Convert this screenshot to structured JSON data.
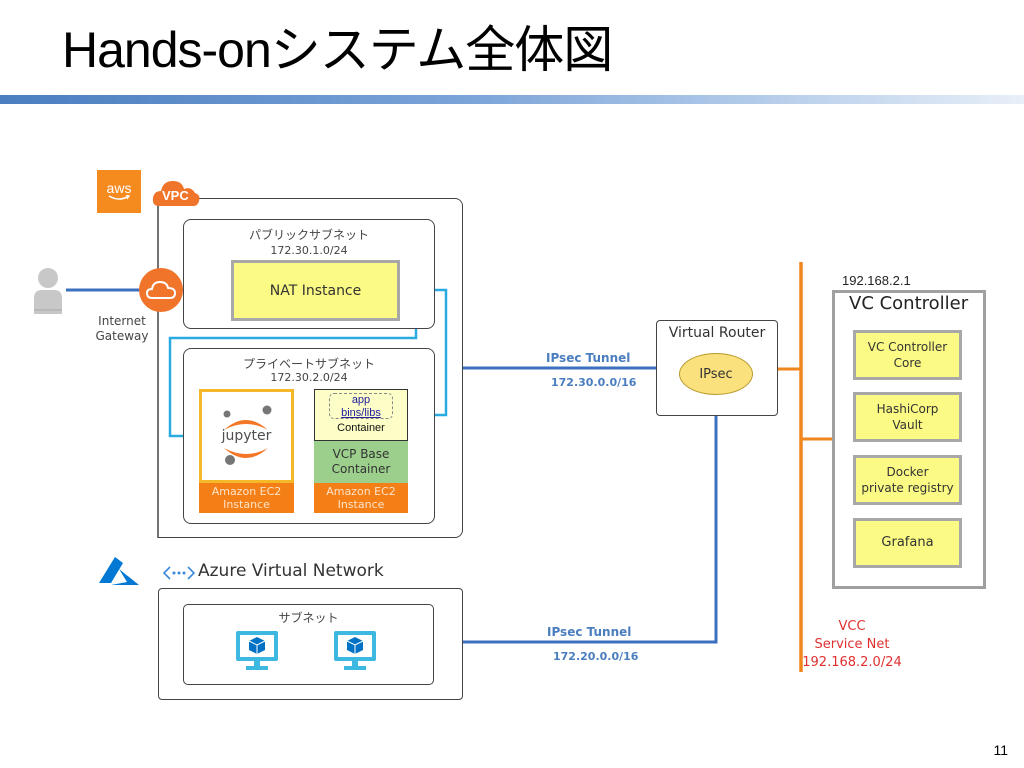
{
  "slide": {
    "title": "Hands-onシステム全体図",
    "page_number": "11"
  },
  "aws": {
    "logo_text": "aws",
    "vpc_badge": "VPC",
    "internet_gateway_label_line1": "Internet",
    "internet_gateway_label_line2": "Gateway",
    "public_subnet": {
      "name": "パブリックサブネット",
      "cidr": "172.30.1.0/24",
      "nat_instance": "NAT Instance"
    },
    "private_subnet": {
      "name": "プライベートサブネット",
      "cidr": "172.30.2.0/24",
      "jupyter_label": "jupyter",
      "app_label_line1": "app",
      "app_label_line2": "bins/libs",
      "app_container_label": "Container",
      "vcp_base_line1": "VCP Base",
      "vcp_base_line2": "Container",
      "ec2_left_line1": "Amazon EC2",
      "ec2_left_line2": "Instance",
      "ec2_right_line1": "Amazon EC2",
      "ec2_right_line2": "Instance"
    }
  },
  "azure": {
    "network_label": "Azure Virtual Network",
    "subnet_name": "サブネット"
  },
  "tunnels": [
    {
      "label": "IPsec Tunnel",
      "cidr": "172.30.0.0/16"
    },
    {
      "label": "IPsec Tunnel",
      "cidr": "172.20.0.0/16"
    }
  ],
  "router": {
    "title": "Virtual Router",
    "ipsec": "IPsec"
  },
  "vc_controller": {
    "ip": "192.168.2.1",
    "title": "VC Controller",
    "components": [
      {
        "line1": "VC Controller",
        "line2": "Core"
      },
      {
        "line1": "HashiCorp",
        "line2": "Vault"
      },
      {
        "line1": "Docker",
        "line2": "private registry"
      },
      {
        "line1": "Grafana",
        "line2": ""
      }
    ]
  },
  "service_net": {
    "line1": "VCC",
    "line2": "Service Net",
    "line3": "192.168.2.0/24"
  },
  "colors": {
    "aws_orange": "#f58a1f",
    "tunnel_blue": "#4a7ebf",
    "connector_cyan": "#29abe2",
    "service_net_orange": "#f0861e",
    "service_net_text": "#e03030",
    "component_yellow": "#fafa84",
    "azure_blue": "#0078d4"
  }
}
